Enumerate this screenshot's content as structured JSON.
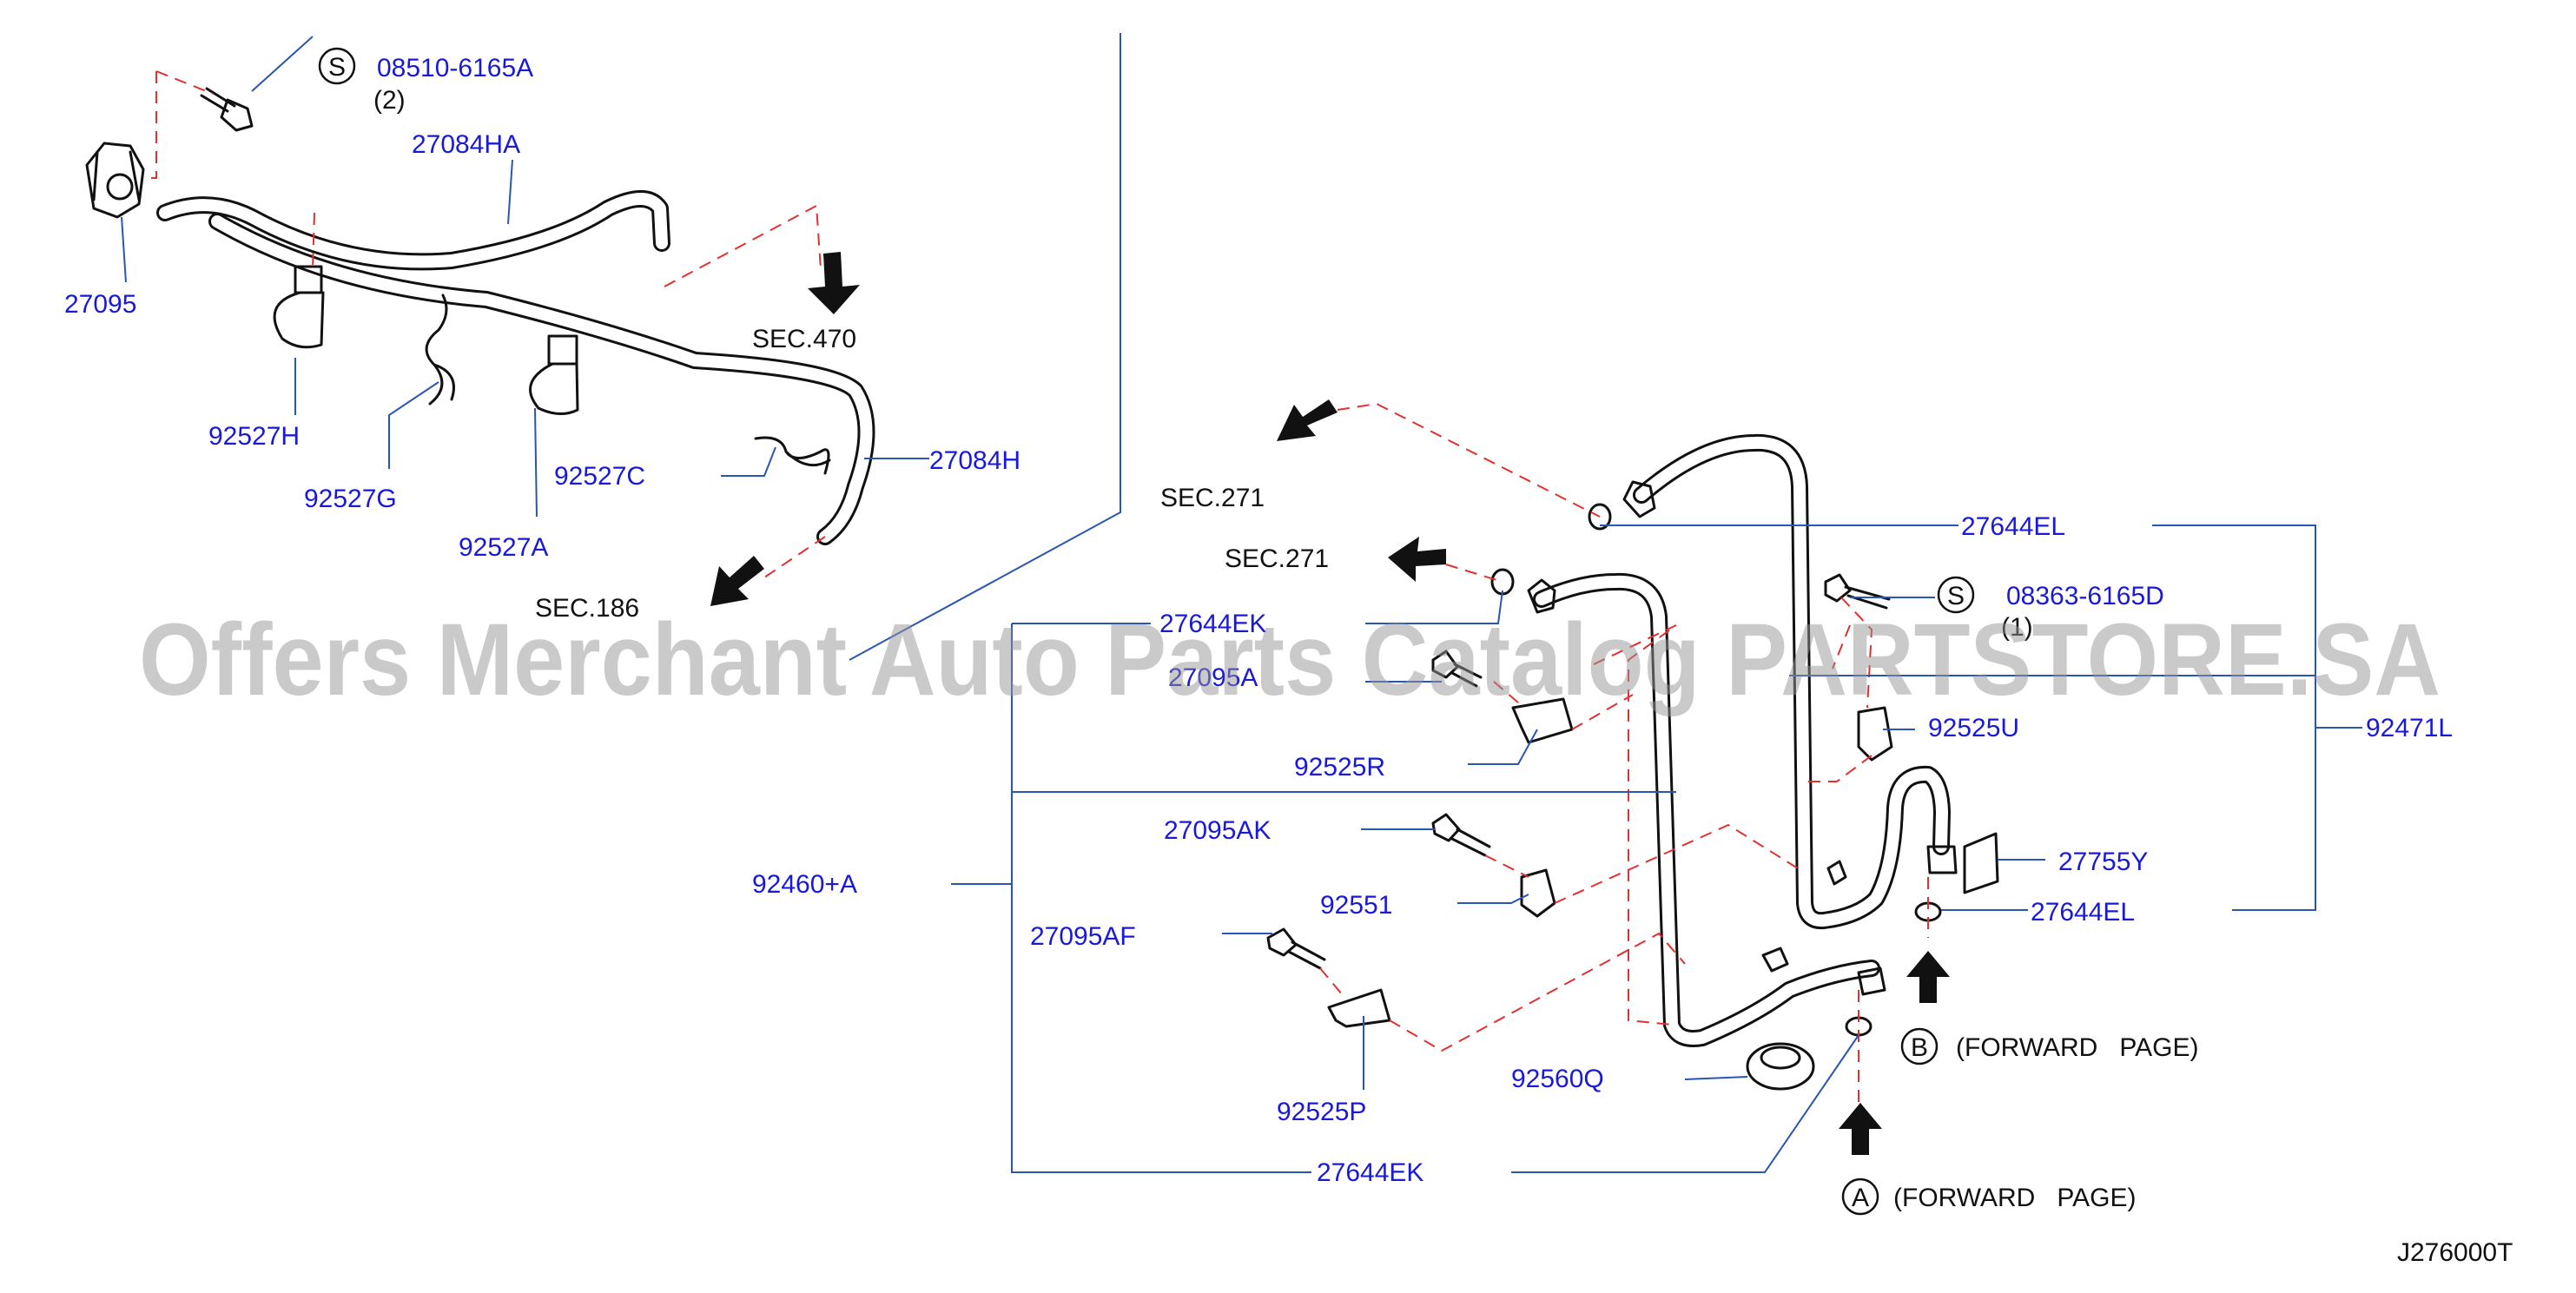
{
  "diagram": {
    "diagram_id": "J276000T",
    "watermark": "Offers Merchant Auto Parts Catalog PARTSTORE.SA",
    "part_numbers": {
      "p08510": "08510-6165A",
      "p08510_qty": "(2)",
      "p27084HA": "27084HA",
      "p27095": "27095",
      "p92527H": "92527H",
      "p92527G": "92527G",
      "p92527C": "92527C",
      "p92527A": "92527A",
      "p27084H": "27084H",
      "p27644EL_top": "27644EL",
      "p08363": "08363-6165D",
      "p08363_qty": "(1)",
      "p27644EK_top": "27644EK",
      "p27095A": "27095A",
      "p92525U": "92525U",
      "p92471L": "92471L",
      "p92525R": "92525R",
      "p27095AK": "27095AK",
      "p27755Y": "27755Y",
      "p92460A": "92460+A",
      "p92551": "92551",
      "p27644EL_bot": "27644EL",
      "p27095AF": "27095AF",
      "p92525P": "92525P",
      "p92560Q": "92560Q",
      "p27644EK_bot": "27644EK"
    },
    "section_refs": {
      "sec470": "SEC.470",
      "sec186": "SEC.186",
      "sec271_a": "SEC.271",
      "sec271_b": "SEC.271"
    },
    "markers": {
      "s_symbol": "S",
      "a_symbol": "A",
      "b_symbol": "B",
      "forward_page": "(FORWARD   PAGE)"
    }
  }
}
